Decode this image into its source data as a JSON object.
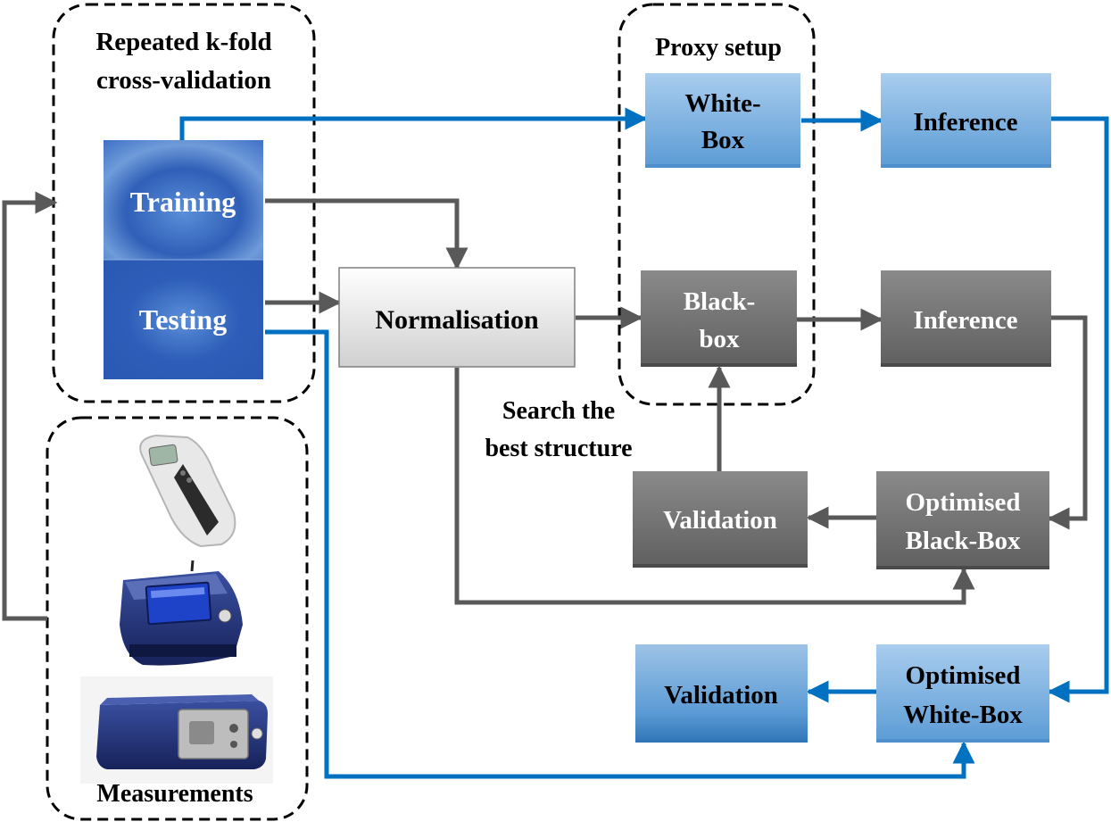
{
  "groups": {
    "crossval": {
      "line1": "Repeated k-fold",
      "line2": "cross-validation"
    },
    "proxy": {
      "label": "Proxy setup"
    },
    "measurements": {
      "label": "Measurements"
    }
  },
  "nodes": {
    "training": "Training",
    "testing": "Testing",
    "normalisation": "Normalisation",
    "whitebox": {
      "line1": "White-",
      "line2": "Box"
    },
    "blackbox": {
      "line1": "Black-",
      "line2": "box"
    },
    "inference_top": "Inference",
    "inference_mid": "Inference",
    "opt_blackbox": {
      "line1": "Optimised",
      "line2": "Black-Box"
    },
    "validation_black": "Validation",
    "opt_whitebox": {
      "line1": "Optimised",
      "line2": "White-Box"
    },
    "validation_white": "Validation"
  },
  "annotations": {
    "search": {
      "line1": "Search the",
      "line2": "best structure"
    }
  },
  "colors": {
    "blue_arrow": "#0070c0",
    "gray_arrow": "#595959",
    "blue_box_top": "#9dc3e6",
    "blue_box_bottom": "#5b9bd5",
    "gray_box": "#6e6e6e",
    "dark_blue_panel": "#2f5597"
  }
}
